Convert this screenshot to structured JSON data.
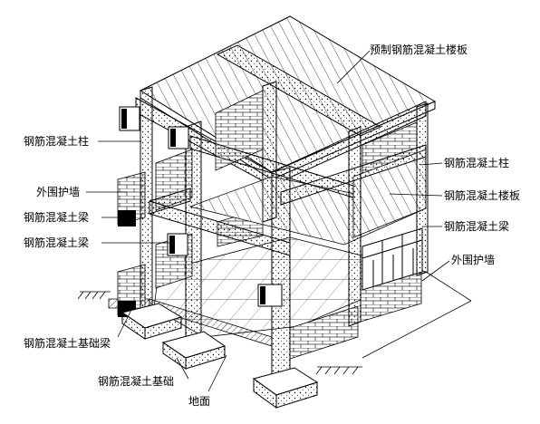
{
  "labels": {
    "precast_floor_slab": "预制钢筋混凝土楼板",
    "column_left": "钢筋混凝土柱",
    "column_right": "钢筋混凝土柱",
    "floor_slab_right": "钢筋混凝土楼板",
    "exterior_wall_left": "外围护墙",
    "beam_left_1": "钢筋混凝土梁",
    "beam_right": "钢筋混凝土梁",
    "beam_left_2": "钢筋混凝土梁",
    "exterior_wall_right": "外围护墙",
    "foundation_beam": "钢筋混凝土基础梁",
    "foundation": "钢筋混凝土基础",
    "ground": "地面"
  }
}
